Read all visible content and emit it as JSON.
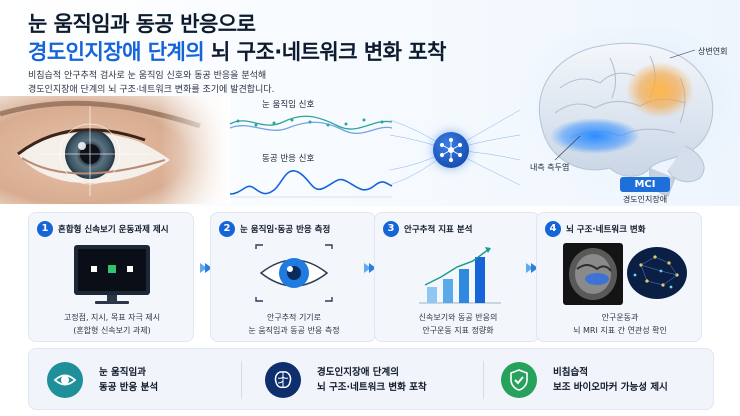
{
  "header": {
    "title_line1": "눈 움직임과 동공 반응으로",
    "title_line2_highlight": "경도인지장애 단계의",
    "title_line2_rest": " 뇌 구조·네트워크 변화 포착",
    "subtitle_line1": "비침습적 안구추적 검사로 눈 움직임 신호와 동공 반응을 분석해",
    "subtitle_line2": "경도인지장애 단계의 뇌 구조·네트워크 변화를 조기에 발견합니다."
  },
  "signals": {
    "eye_movement_label": "눈 움직임 신호",
    "pupil_response_label": "동공 반응 신호"
  },
  "brain": {
    "region_top_label": "상변연회",
    "region_bottom_label": "내측 측두엽",
    "badge": "MCI",
    "caption": "경도인지장애"
  },
  "steps": [
    {
      "num": "1",
      "title": "혼합형 신속보기 운동과제 제시",
      "desc_line1": "고정점, 지시, 목표 자극 제시",
      "desc_line2": "(혼합형 신속보기 과제)"
    },
    {
      "num": "2",
      "title": "눈 움직임·동공 반응 측정",
      "desc_line1": "안구추적 기기로",
      "desc_line2": "눈 움직임과 동공 반응 측정"
    },
    {
      "num": "3",
      "title": "안구추적 지표 분석",
      "desc_line1": "신속보기와 동공 반응의",
      "desc_line2": "안구운동 지표 정량화"
    },
    {
      "num": "4",
      "title": "뇌 구조·네트워크 변화",
      "desc_line1": "안구운동과",
      "desc_line2": "뇌 MRI 지표 간 연관성 확인"
    }
  ],
  "bottom": [
    {
      "line1": "눈 움직임과",
      "line2": "동공 반응 분석",
      "icon": "eye-icon"
    },
    {
      "line1": "경도인지장애 단계의",
      "line2": "뇌 구조·네트워크 변화 포착",
      "icon": "brain-icon"
    },
    {
      "line1": "비침습적",
      "line2": "보조 바이오마커 가능성 제시",
      "icon": "shield-check-icon"
    }
  ],
  "colors": {
    "accent_blue": "#1565d8",
    "navy": "#0d2f6e",
    "teal": "#1f9a8f",
    "green": "#27a25c",
    "orange": "#f2a23a"
  }
}
